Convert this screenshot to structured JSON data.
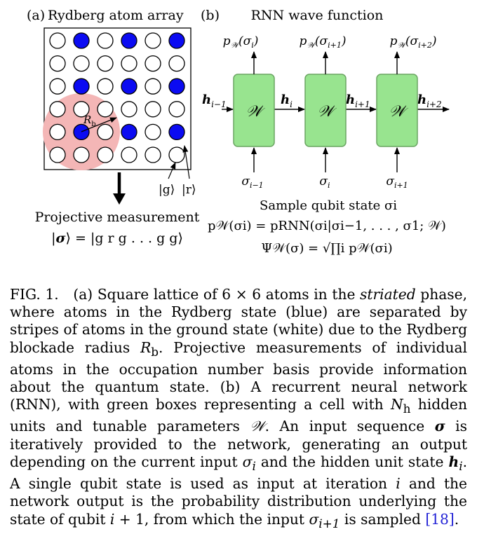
{
  "panel_a": {
    "label": "(a)",
    "title": "Rydberg atom array",
    "grid": [
      [
        0,
        1,
        0,
        1,
        0,
        1
      ],
      [
        0,
        0,
        0,
        0,
        0,
        0
      ],
      [
        0,
        1,
        0,
        1,
        0,
        1
      ],
      [
        0,
        0,
        0,
        0,
        0,
        0
      ],
      [
        0,
        1,
        0,
        1,
        0,
        1
      ],
      [
        0,
        0,
        0,
        0,
        0,
        0
      ]
    ],
    "colors": {
      "rydberg": "#0b0bf2",
      "ground": "#ffffff",
      "blockade": "#f4b6b6"
    },
    "radius_label_main": "R",
    "radius_label_sub": "b",
    "ket_g": "|g⟩",
    "ket_r": "|r⟩",
    "measurement_title": "Projective measurement",
    "measurement_formula_left": "|",
    "measurement_formula_sigma": "σ",
    "measurement_formula_right": "⟩ = |g r g . . . g g⟩"
  },
  "panel_b": {
    "label": "(b)",
    "title": "RNN wave function",
    "cell_label": "𝒲",
    "cell_color": "#98e48f",
    "outputs": [
      "p𝒲(σi)",
      "p𝒲(σi+1)",
      "p𝒲(σi+2)"
    ],
    "output_subs": [
      "i",
      "i+1",
      "i+2"
    ],
    "inputs_sub": [
      "i−1",
      "i",
      "i+1"
    ],
    "hidden_subs": [
      "i−1",
      "i",
      "i+1",
      "i+2"
    ],
    "sample_title": "Sample qubit state σi",
    "formula1": "p𝒲(σi) = pRNN(σi|σi−1, . . . , σ1; 𝒲)",
    "formula2": "Ψ𝒲(σ) = √∏i p𝒲(σi)"
  },
  "caption": {
    "label": "FIG. 1.",
    "text_a1": "(a) Square lattice of 6 × 6 atoms in the ",
    "text_a_em": "striated",
    "text_a2": " phase, where atoms in the Rydberg state (blue) are separated by stripes of atoms in the ground state (white) due to the Rydberg blockade radius ",
    "text_rb": "R",
    "text_rb_sub": "b",
    "text_a3": ". Projective measurements of individual atoms in the occupation number basis provide information about the quantum state. (b) A recurrent neural network (RNN), with green boxes representing a cell with ",
    "text_nh": "N",
    "text_nh_sub": "h",
    "text_b1": " hidden units and tunable parameters ",
    "text_w": "𝒲",
    "text_b2": ". An input sequence ",
    "text_sigma_bold": "σ",
    "text_b3": " is iteratively provided to the network, generating an output depending on the current input ",
    "text_sigma_i": "σ",
    "text_sigma_i_sub": "i",
    "text_b4": " and the hidden unit state ",
    "text_h_bold": "h",
    "text_h_sub": "i",
    "text_b5": ". A single qubit state is used as input at iteration ",
    "text_i": "i",
    "text_b6": " and the network output is the probability distribution underlying the state of qubit ",
    "text_i2": "i",
    "text_b7": " + 1, from which the input ",
    "text_sigma_ip1": "σ",
    "text_sigma_ip1_sub": "i+1",
    "text_b8": " is sampled ",
    "ref": "[18]",
    "text_end": "."
  }
}
